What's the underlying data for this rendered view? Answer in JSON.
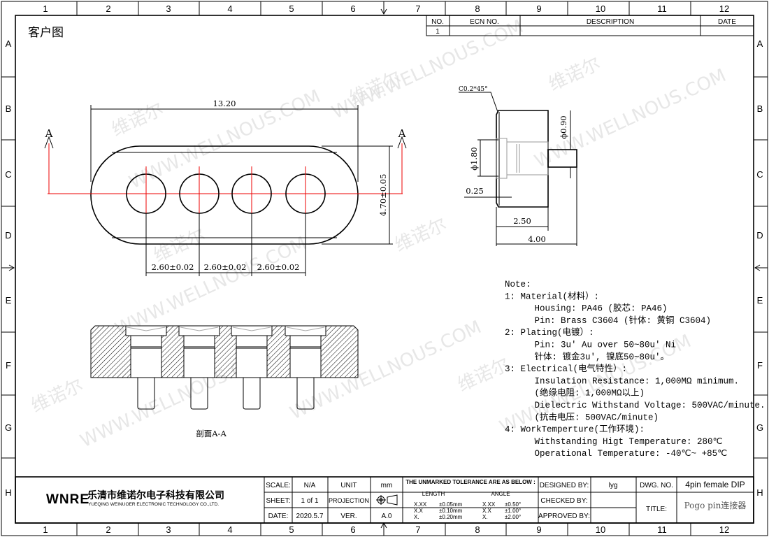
{
  "header_label": "客户图",
  "grid": {
    "columns": [
      "1",
      "2",
      "3",
      "4",
      "5",
      "6",
      "7",
      "8",
      "9",
      "10",
      "11",
      "12"
    ],
    "rows": [
      "A",
      "B",
      "C",
      "D",
      "E",
      "F",
      "G",
      "H"
    ]
  },
  "revision_table": {
    "headers": [
      "NO.",
      "ECN NO.",
      "DESCRIPTION",
      "DATE"
    ],
    "rows": [
      [
        "1",
        "",
        "",
        ""
      ]
    ]
  },
  "dimensions": {
    "overall_length": "13.20",
    "width": "4.70±0.05",
    "pitch": [
      "2.60±0.02",
      "2.60±0.02",
      "2.60±0.02"
    ],
    "section_marker": "A",
    "chamfer": "C0.2*45°",
    "pin_dia": "ϕ0.90",
    "hole_dia": "ϕ1.80",
    "offset": "0.25",
    "body_len": "2.50",
    "total_len": "4.00"
  },
  "section_label": "剖面A-A",
  "notes": [
    "Note:",
    "1: Material(材料）:",
    "   Housing: PA46 (胶芯: PA46)",
    "   Pin: Brass C3604 (针体: 黄铜 C3604)",
    "2: Plating(电镀）:",
    "   Pin: 3u' Au over 50~80u' Ni",
    "   针体: 镀金3u', 镍底50~80u'。",
    "3: Electrical(电气特性）:",
    "   Insulation Resistance: 1,000MΩ minimum.",
    "   (绝缘电阻: 1,000MΩ以上)",
    "   Dielectric Withstand Voltage: 500VAC/minute.",
    "   (抗击电压: 500VAC/minute)",
    "4: WorkTemperture(工作环境):",
    "   Withstanding Higt Temperature: 280℃",
    "   Operational Temperature: -40℃~ +85℃"
  ],
  "watermark": {
    "cn": "维诺尔",
    "url": "WWW.WELLNOUS.COM"
  },
  "title_block": {
    "company_logo": "WNRE",
    "company_cn": "乐清市维诺尔电子科技有限公司",
    "company_en": "YUEQING WEINUOER ELECTRONIC TECHNOLOGY CO.,LTD.",
    "scale_label": "SCALE:",
    "scale": "N/A",
    "sheet_label": "SHEET:",
    "sheet": "1 of 1",
    "date_label": "DATE:",
    "date": "2020.5.7",
    "unit_label": "UNIT",
    "unit": "mm",
    "projection_label": "PROJECTION",
    "ver_label": "VER.",
    "ver": "A.0",
    "tolerance_title": "THE UNMARKED TOLERANCE ARE AS BELOW :",
    "length_label": "LENGTH",
    "angle_label": "ANGLE",
    "tolerances": [
      [
        "X.XX",
        "±0.05mm",
        "X.XX",
        "±0.50°"
      ],
      [
        "X.X",
        "±0.10mm",
        "X.X",
        "±1.00°"
      ],
      [
        "X.",
        "±0.20mm",
        "X.",
        "±2.00°"
      ]
    ],
    "designed_label": "DESIGNED BY:",
    "designed_by": "lyg",
    "checked_label": "CHECKED BY:",
    "approved_label": "APPROVED BY:",
    "dwg_label": "DWG. NO.",
    "dwg_no": "4pin female DIP",
    "title_label": "TITLE:",
    "title": "Pogo pin连接器"
  }
}
